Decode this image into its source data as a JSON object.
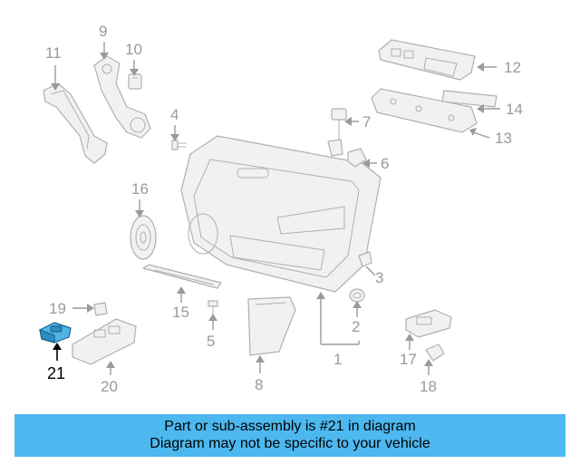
{
  "callouts": {
    "c1": "1",
    "c2": "2",
    "c3": "3",
    "c4": "4",
    "c5": "5",
    "c6": "6",
    "c7": "7",
    "c8": "8",
    "c9": "9",
    "c10": "10",
    "c11": "11",
    "c12": "12",
    "c13": "13",
    "c14": "14",
    "c15": "15",
    "c16": "16",
    "c17": "17",
    "c18": "18",
    "c19": "19",
    "c20": "20",
    "c21": "21"
  },
  "highlight": {
    "part": "21",
    "color": "#4fb4e6"
  },
  "banner": {
    "line1": "Part or sub-assembly is #21 in diagram",
    "line2": "Diagram may not be specific to your vehicle",
    "background": "#4db8ef"
  }
}
